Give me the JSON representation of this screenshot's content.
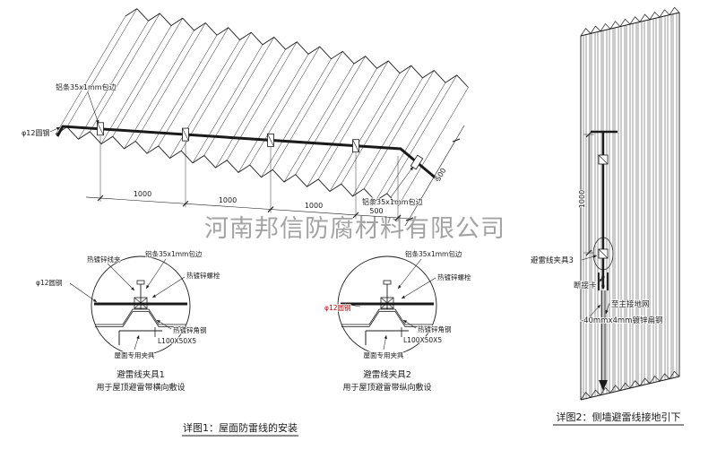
{
  "watermark": "河南邦信防腐材料有限公司",
  "colors": {
    "line": "#1a1a1a",
    "red_label": "#cc0000",
    "watermark": "#949494"
  },
  "figure1": {
    "caption": "详图1：屋面防雷线的安装",
    "roof_labels": {
      "alu_strip_top": "铝条35x1mm包边",
      "alu_strip_right": "铝条35x1mm包边",
      "round_steel": "φ12圆钢"
    },
    "dimensions": {
      "d1000": "1000",
      "d500": "500"
    },
    "clamp_detail_1": {
      "title": "避雷线夹具1",
      "subtitle": "用于屋顶避雷带横向敷设",
      "labels": {
        "wire_clip": "热镀锌线夹",
        "alu_strip": "铝条35x1mm包边",
        "bolt": "热镀锌螺栓",
        "round_steel": "φ12圆钢",
        "angle_steel": "热镀锌角钢",
        "angle_spec": "L100X50X5",
        "roof_clamp": "屋面专用夹具"
      }
    },
    "clamp_detail_2": {
      "title": "避雷线夹具2",
      "subtitle": "用于屋顶避雷带纵向敷设",
      "labels": {
        "alu_strip": "铝条35x1mm包边",
        "bolt": "热镀锌螺栓",
        "round_steel": "φ12圆钢",
        "angle_steel": "热镀锌角钢",
        "angle_spec": "L100X50X5",
        "roof_clamp": "屋面专用夹具"
      }
    }
  },
  "figure2": {
    "caption": "详图2：侧墙避雷线接地引下",
    "labels": {
      "wire_clamp3": "避雷线夹具3",
      "disconnect_card": "断接卡",
      "to_main_grid": "至主接地网",
      "flat_steel": "-40mmx4mm镀锌扁钢"
    },
    "dimensions": {
      "d1000": "1000"
    }
  }
}
